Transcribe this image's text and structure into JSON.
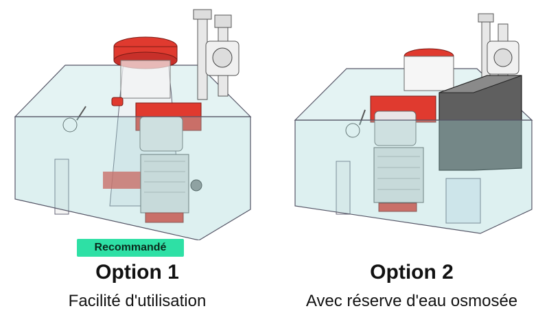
{
  "options": [
    {
      "title": "Option 1",
      "subtitle": "Facilité d'utilisation",
      "badge": "Recommandé",
      "illustration": "sump-with-skimmer-and-roller-filter"
    },
    {
      "title": "Option 2",
      "subtitle": "Avec réserve d'eau osmosée",
      "badge": "",
      "illustration": "sump-with-roller-filter-and-ato-reservoir"
    }
  ],
  "colors": {
    "accent_badge": "#2ee0a5",
    "glass": "#cfe9ea",
    "red_parts": "#e03a2f",
    "reservoir": "#666666"
  }
}
